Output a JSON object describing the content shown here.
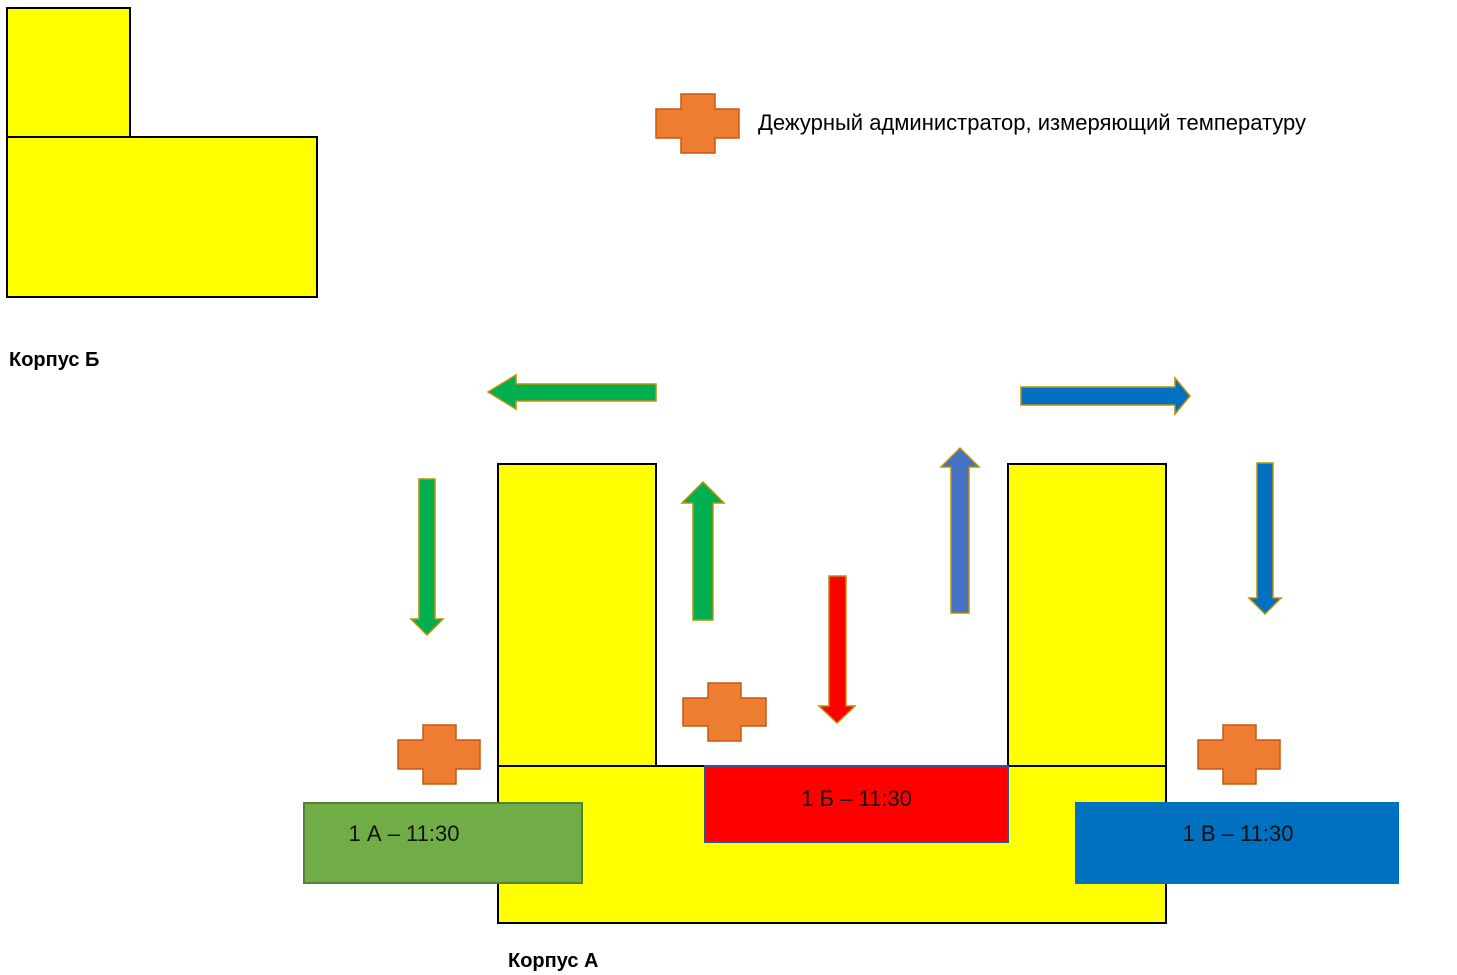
{
  "legend": {
    "icon": "administrator-shape",
    "text": "Дежурный администратор, измеряющий температуру"
  },
  "buildings": {
    "b_label": "Корпус Б",
    "a_label": "Корпус А"
  },
  "groups": [
    {
      "label": "1 А – 11:30",
      "color": "#70ad47"
    },
    {
      "label": "1 Б – 11:30",
      "color": "#ff0000"
    },
    {
      "label": "1 В – 11:30",
      "color": "#0070c0"
    }
  ],
  "colors": {
    "building": "#ffff00",
    "admin": "#ed7d31",
    "admin_border": "#c55a11",
    "arrow_green": "#00b050",
    "arrow_red": "#ff0000",
    "arrow_blue": "#0070c0",
    "arrow_steel": "#4472c4",
    "arrow_border": "#bf9000"
  }
}
